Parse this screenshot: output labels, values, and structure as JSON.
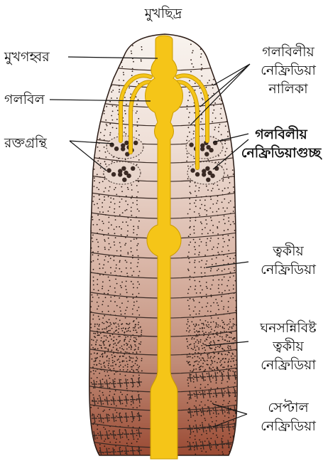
{
  "labels": {
    "mouth": "মুখছিদ্র",
    "buccal_cavity": "মুখগহ্বর",
    "pharynx": "গলবিল",
    "blood_glands": "রক্তগ্রন্থি",
    "pharyngeal_ducts": [
      "গলবিলীয়",
      "নেফ্রিডিয়া",
      "নালিকা"
    ],
    "pharyngeal_tufts": [
      "গলবিলীয়",
      "নেফ্রিডিয়াগুচ্ছ"
    ],
    "integumentary": [
      "ত্বকীয়",
      "নেফ্রিডিয়া"
    ],
    "dense_integumentary": [
      "ঘনসন্নিবিষ্ট",
      "ত্বকীয়",
      "নেফ্রিডিয়া"
    ],
    "septal": [
      "সেপ্টাল",
      "নেফ্রিডিয়া"
    ]
  },
  "colors": {
    "gut": "#f5c518",
    "gut_edge": "#c99a00",
    "segment_top": "#f6efe9",
    "segment_mid": "#d7b3a3",
    "segment_bottom": "#9c4a34",
    "stipple": "#2a1a14",
    "tuft": "#3a2a24"
  }
}
